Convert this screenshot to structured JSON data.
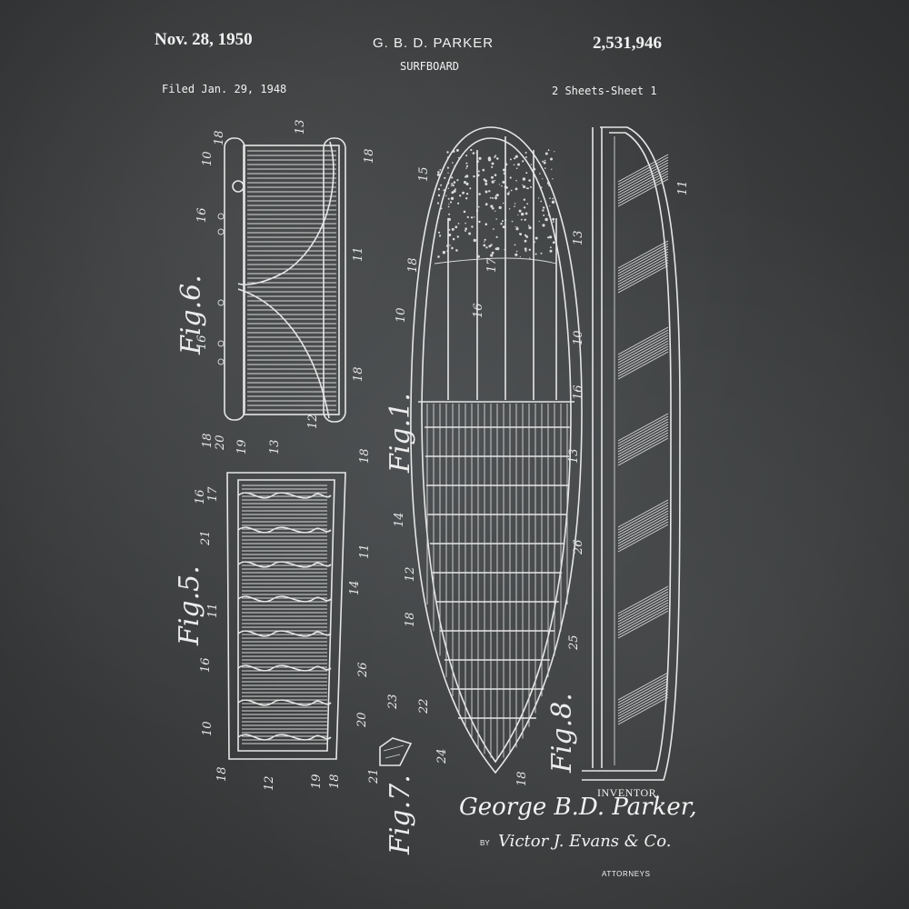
{
  "header": {
    "date": "Nov. 28, 1950",
    "inventor_name": "G. B. D. PARKER",
    "patent_number": "2,531,946",
    "title": "SURFBOARD",
    "filed": "Filed Jan. 29, 1948",
    "sheets": "2 Sheets-Sheet 1"
  },
  "figures": {
    "fig1": "Fig.1.",
    "fig5": "Fig.5.",
    "fig6": "Fig.6.",
    "fig7": "Fig.7.",
    "fig8": "Fig.8."
  },
  "reference_numerals": {
    "fig6": [
      "10",
      "18",
      "13",
      "18",
      "16",
      "11",
      "16",
      "18",
      "12"
    ],
    "fig5": [
      "18",
      "20",
      "19",
      "13",
      "18",
      "16",
      "17",
      "21",
      "11",
      "14",
      "11",
      "16",
      "26",
      "10",
      "20",
      "18",
      "12",
      "19",
      "18",
      "21"
    ],
    "fig7": [
      "23",
      "22",
      "24"
    ],
    "fig1": [
      "15",
      "18",
      "10",
      "17",
      "16",
      "13",
      "14",
      "12",
      "18",
      "26",
      "25",
      "18"
    ],
    "fig8": [
      "11",
      "13",
      "10",
      "16"
    ]
  },
  "footer": {
    "inventor_label": "INVENTOR.",
    "signature": "George B.D. Parker,",
    "by_label": "BY",
    "attorney_signature": "Victor J. Evans & Co.",
    "attorneys_label": "ATTORNEYS"
  },
  "colors": {
    "chalkboard": "#3b3d3e",
    "chalk": "#e6e6e6"
  }
}
